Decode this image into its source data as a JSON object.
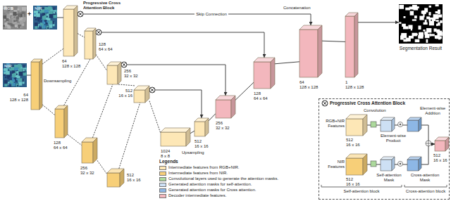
{
  "diagram": {
    "nodes": [
      {
        "text": [
          "RGB"
        ]
      },
      {
        "text": [
          "NIR"
        ]
      },
      {
        "text": [
          "64",
          "128 x 128"
        ]
      },
      {
        "text": [
          "128",
          "64 x 64"
        ]
      },
      {
        "text": [
          "256",
          "32 x 32"
        ]
      },
      {
        "text": [
          "512",
          "16 x 16"
        ]
      },
      {
        "text": [
          "NIR"
        ]
      },
      {
        "text": [
          "64",
          "128 x 128"
        ]
      },
      {
        "text": [
          "128",
          "64 x 64"
        ]
      },
      {
        "text": [
          "256",
          "32 x 32"
        ]
      },
      {
        "text": [
          "512",
          "16 x 16"
        ]
      },
      {
        "text": [
          "1024",
          "8 x 8"
        ]
      },
      {
        "text": [
          "512",
          "16 x 16"
        ]
      },
      {
        "text": [
          "256",
          "32 x 32"
        ]
      },
      {
        "text": [
          "128",
          "64 x 64"
        ]
      },
      {
        "text": [
          "64",
          "128 x 128"
        ]
      },
      {
        "text": [
          "1",
          "128 x 128"
        ]
      },
      {
        "text": [
          "Segmentation Result"
        ]
      },
      {
        "text": [
          "Progressive Cross Attention Block"
        ]
      },
      {
        "text": [
          "RGB+NIR Features",
          "512",
          "16 x 16"
        ],
        "in": 18
      },
      {
        "text": [
          "NIR Features",
          "512",
          "16 x 16"
        ],
        "in": 18
      },
      {
        "text": [
          "512",
          "16 x 16"
        ],
        "in": 18
      }
    ],
    "edges": [
      {
        "from": 2,
        "to": 3,
        "arrow": "none"
      },
      {
        "from": 3,
        "to": 4,
        "arrow": "none"
      },
      {
        "from": 4,
        "to": 5,
        "arrow": "none"
      },
      {
        "from": 5,
        "to": 11,
        "arrow": "none"
      },
      {
        "from": 7,
        "to": 2,
        "arrow": "none"
      },
      {
        "from": 8,
        "to": 3,
        "arrow": "none"
      },
      {
        "from": 9,
        "to": 4,
        "arrow": "none"
      },
      {
        "from": 10,
        "to": 5,
        "arrow": "none"
      },
      {
        "from": 7,
        "to": 8,
        "arrow": "none"
      },
      {
        "from": 8,
        "to": 9,
        "arrow": "none"
      },
      {
        "from": 9,
        "to": 10,
        "arrow": "none"
      },
      {
        "from": 11,
        "to": 12,
        "arrow": "none"
      },
      {
        "from": 12,
        "to": 13,
        "arrow": "none"
      },
      {
        "from": 13,
        "to": 14,
        "arrow": "none"
      },
      {
        "from": 14,
        "to": 15,
        "arrow": "none"
      },
      {
        "from": 15,
        "to": 16,
        "arrow": "none"
      },
      {
        "from": 16,
        "to": 17,
        "arrow": "to"
      },
      {
        "from": 2,
        "to": 15,
        "arrow": "to",
        "label": "Skip Connection"
      },
      {
        "from": 3,
        "to": 14,
        "arrow": "to"
      },
      {
        "from": 4,
        "to": 13,
        "arrow": "to"
      },
      {
        "from": 5,
        "to": 12,
        "arrow": "to"
      },
      {
        "from": 19,
        "to": 21,
        "arrow": "to"
      },
      {
        "from": 20,
        "to": 21,
        "arrow": "to"
      }
    ],
    "labels": [
      "+",
      "Concatenation",
      "Progressive Cross Attention Block",
      "Downsampling",
      "Upsampling",
      "Legends",
      "Convolution",
      "Element-wise Product",
      "Element-wise Addition",
      "Self-attention Mask",
      "Cross-attention Mask",
      "Self-attention block",
      "Cross-attention block"
    ],
    "legend": [
      {
        "text": "Intermediate features from RGB+NIR.",
        "color": "#fde7b6"
      },
      {
        "text": "Intermediate features from NIR.",
        "color": "#f7cf78"
      },
      {
        "text": "Convolutional layers used to generate the attention masks.",
        "color": "#acd99c"
      },
      {
        "text": "Generated attention masks for self-attention.",
        "color": "#cde0f4"
      },
      {
        "text": "Generated attention masks for Cross attention.",
        "color": "#8db7e6"
      },
      {
        "text": "Decoder intermediate features.",
        "color": "#f3b7bd"
      }
    ]
  }
}
